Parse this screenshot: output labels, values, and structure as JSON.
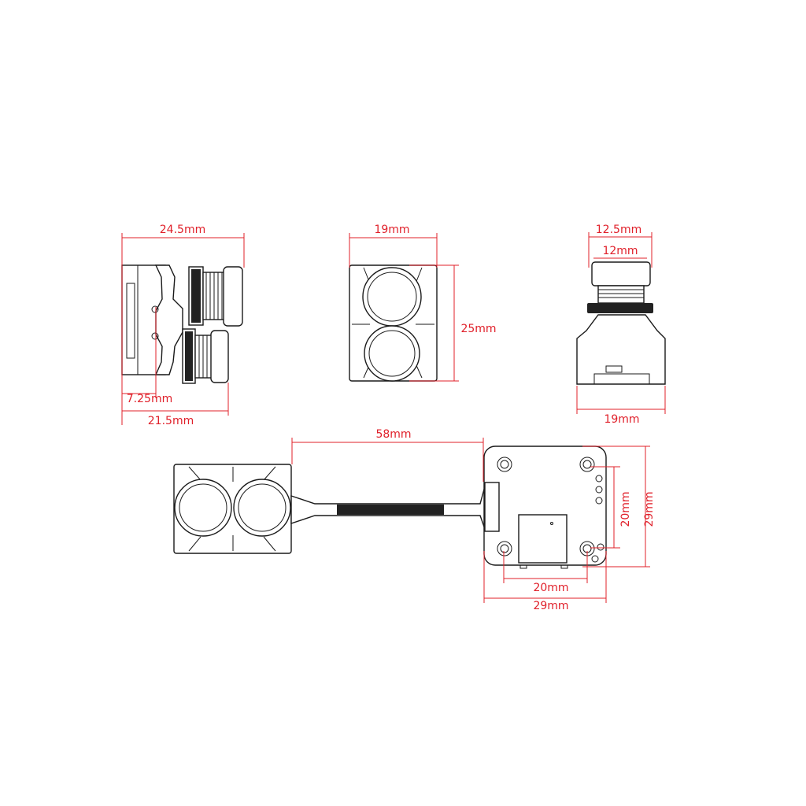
{
  "colors": {
    "dimension": "#e0202a",
    "outline": "#1a1a1a"
  },
  "side_view": {
    "overall_length": "24.5mm",
    "mount_offset": "7.25mm",
    "body_length": "21.5mm"
  },
  "front_view": {
    "width": "19mm",
    "height": "25mm"
  },
  "top_view": {
    "lens_outer": "12.5mm",
    "lens_inner": "12mm",
    "width": "19mm"
  },
  "assembly_view": {
    "cable_length": "58mm",
    "pcb_hole_spacing_v": "20mm",
    "pcb_size_v": "29mm",
    "pcb_hole_spacing_h": "20mm",
    "pcb_size_h": "29mm"
  }
}
